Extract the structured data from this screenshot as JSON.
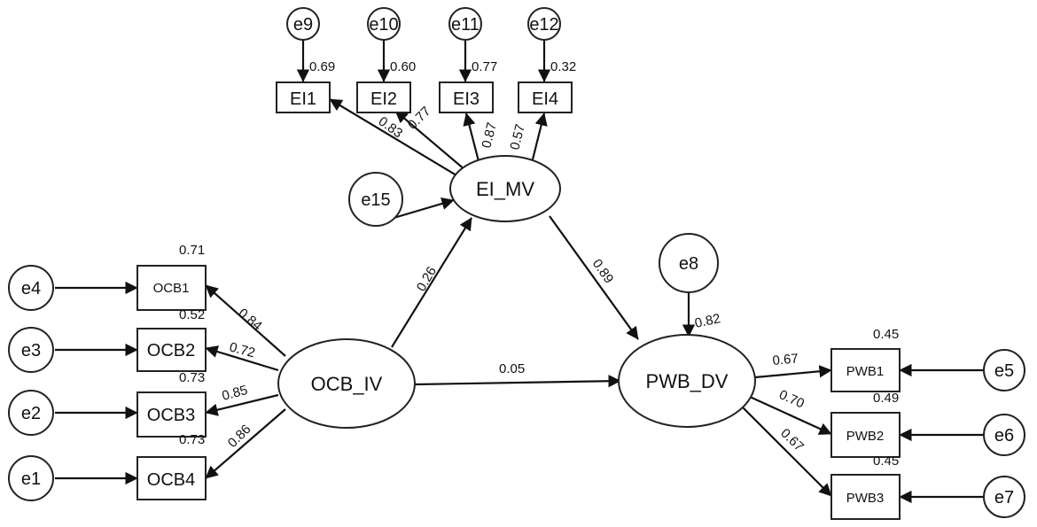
{
  "diagram": {
    "latent": {
      "ocb_iv": "OCB_IV",
      "ei_mv": "EI_MV",
      "pwb_dv": "PWB_DV"
    },
    "indicators": {
      "ei1": "EI1",
      "ei2": "EI2",
      "ei3": "EI3",
      "ei4": "EI4",
      "ocb1": "OCB1",
      "ocb2": "OCB2",
      "ocb3": "OCB3",
      "ocb4": "OCB4",
      "pwb1": "PWB1",
      "pwb2": "PWB2",
      "pwb3": "PWB3"
    },
    "errors": {
      "e1": "e1",
      "e2": "e2",
      "e3": "e3",
      "e4": "e4",
      "e5": "e5",
      "e6": "e6",
      "e7": "e7",
      "e8": "e8",
      "e9": "e9",
      "e10": "e10",
      "e11": "e11",
      "e12": "e12",
      "e15": "e15"
    },
    "r_squared": {
      "ei1": "0.69",
      "ei2": "0.60",
      "ei3": "0.77",
      "ei4": "0.32",
      "ocb1": "0.71",
      "ocb2": "0.52",
      "ocb3": "0.73",
      "ocb4": "0.73",
      "pwb1": "0.45",
      "pwb2": "0.49",
      "pwb3": "0.45",
      "pwb_dv": "0.82"
    },
    "loadings": {
      "ei1": "0.83",
      "ei2": "0.77",
      "ei3": "0.87",
      "ei4": "0.57",
      "ocb1": "0.84",
      "ocb2": "0.72",
      "ocb3": "0.85",
      "ocb4": "0.86",
      "pwb1": "0.67",
      "pwb2": "0.70",
      "pwb3": "0.67"
    },
    "paths": {
      "ocb_to_ei": "0.26",
      "ei_to_pwb": "0.89",
      "ocb_to_pwb": "0.05"
    }
  }
}
